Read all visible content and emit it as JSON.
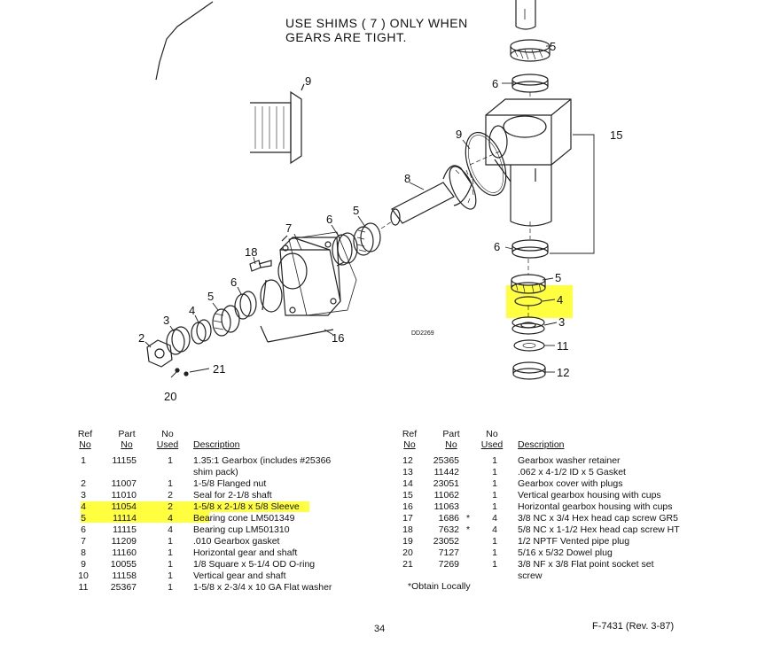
{
  "note": {
    "line1": "USE SHIMS ( 7 ) ONLY WHEN",
    "line2": "GEARS ARE TIGHT."
  },
  "diagram_code": "DD2269",
  "callouts": {
    "c9a": "9",
    "c9b": "9",
    "c8": "8",
    "c7": "7",
    "c6a": "6",
    "c5a": "5",
    "c18": "18",
    "c6b": "6",
    "c5b": "5",
    "c4a": "4",
    "c3a": "3",
    "c2": "2",
    "c20": "20",
    "c21": "21",
    "c16": "16",
    "c15": "15",
    "c5c": "5",
    "c6c": "6",
    "c6d": "6",
    "c5d": "5",
    "c4b": "4",
    "c3b": "3",
    "c11": "11",
    "c12": "12"
  },
  "highlight_color": "#ffff40",
  "left_table": {
    "headers": {
      "ref": [
        "Ref",
        "No"
      ],
      "part": [
        "Part",
        "No"
      ],
      "used": [
        "No",
        "Used"
      ],
      "desc": "Description"
    },
    "rows": [
      {
        "ref": "1",
        "part": "11155",
        "used": "1",
        "desc": "1.35:1 Gearbox (includes #25366"
      },
      {
        "ref": "",
        "part": "",
        "used": "",
        "desc": "shim pack)"
      },
      {
        "ref": "2",
        "part": "11007",
        "used": "1",
        "desc": "1-5/8 Flanged nut"
      },
      {
        "ref": "3",
        "part": "11010",
        "used": "2",
        "desc": "Seal for 2-1/8 shaft"
      },
      {
        "ref": "4",
        "part": "11054",
        "used": "2",
        "desc": "1-5/8 x 2-1/8 x 5/8 Sleeve"
      },
      {
        "ref": "5",
        "part": "11114",
        "used": "4",
        "desc": "Bearing cone LM501349"
      },
      {
        "ref": "6",
        "part": "11115",
        "used": "4",
        "desc": "Bearing cup LM501310"
      },
      {
        "ref": "7",
        "part": "11209",
        "used": "1",
        "desc": ".010 Gearbox gasket"
      },
      {
        "ref": "8",
        "part": "11160",
        "used": "1",
        "desc": "Horizontal gear and shaft"
      },
      {
        "ref": "9",
        "part": "10055",
        "used": "1",
        "desc": "1/8 Square x 5-1/4 OD O-ring"
      },
      {
        "ref": "10",
        "part": "11158",
        "used": "1",
        "desc": "Vertical gear and shaft"
      },
      {
        "ref": "11",
        "part": "25367",
        "used": "1",
        "desc": "1-5/8 x 2-3/4 x 10 GA Flat washer"
      }
    ]
  },
  "right_table": {
    "headers": {
      "ref": [
        "Ref",
        "No"
      ],
      "part": [
        "Part",
        "No"
      ],
      "used": [
        "No",
        "Used"
      ],
      "desc": "Description"
    },
    "rows": [
      {
        "ref": "12",
        "part": "25365",
        "star": "",
        "used": "1",
        "desc": "Gearbox washer retainer"
      },
      {
        "ref": "13",
        "part": "11442",
        "star": "",
        "used": "1",
        "desc": ".062 x 4-1/2 ID x 5 Gasket"
      },
      {
        "ref": "14",
        "part": "23051",
        "star": "",
        "used": "1",
        "desc": "Gearbox cover with plugs"
      },
      {
        "ref": "15",
        "part": "11062",
        "star": "",
        "used": "1",
        "desc": "Vertical gearbox housing with cups"
      },
      {
        "ref": "16",
        "part": "11063",
        "star": "",
        "used": "1",
        "desc": "Horizontal gearbox housing with cups"
      },
      {
        "ref": "17",
        "part": "1686",
        "star": "*",
        "used": "4",
        "desc": "3/8 NC x 3/4 Hex head cap screw GR5"
      },
      {
        "ref": "18",
        "part": "7632",
        "star": "*",
        "used": "4",
        "desc": "5/8 NC x 1-1/2 Hex head cap screw HT"
      },
      {
        "ref": "19",
        "part": "23052",
        "star": "",
        "used": "1",
        "desc": "1/2 NPTF Vented pipe plug"
      },
      {
        "ref": "20",
        "part": "7127",
        "star": "",
        "used": "1",
        "desc": "5/16 x 5/32 Dowel plug"
      },
      {
        "ref": "21",
        "part": "7269",
        "star": "",
        "used": "1",
        "desc": "3/8 NF x 3/8 Flat point socket set"
      },
      {
        "ref": "",
        "part": "",
        "star": "",
        "used": "",
        "desc": "screw"
      }
    ]
  },
  "footnote": "*Obtain Locally",
  "page_number": "34",
  "form_number": "F-7431 (Rev. 3-87)"
}
